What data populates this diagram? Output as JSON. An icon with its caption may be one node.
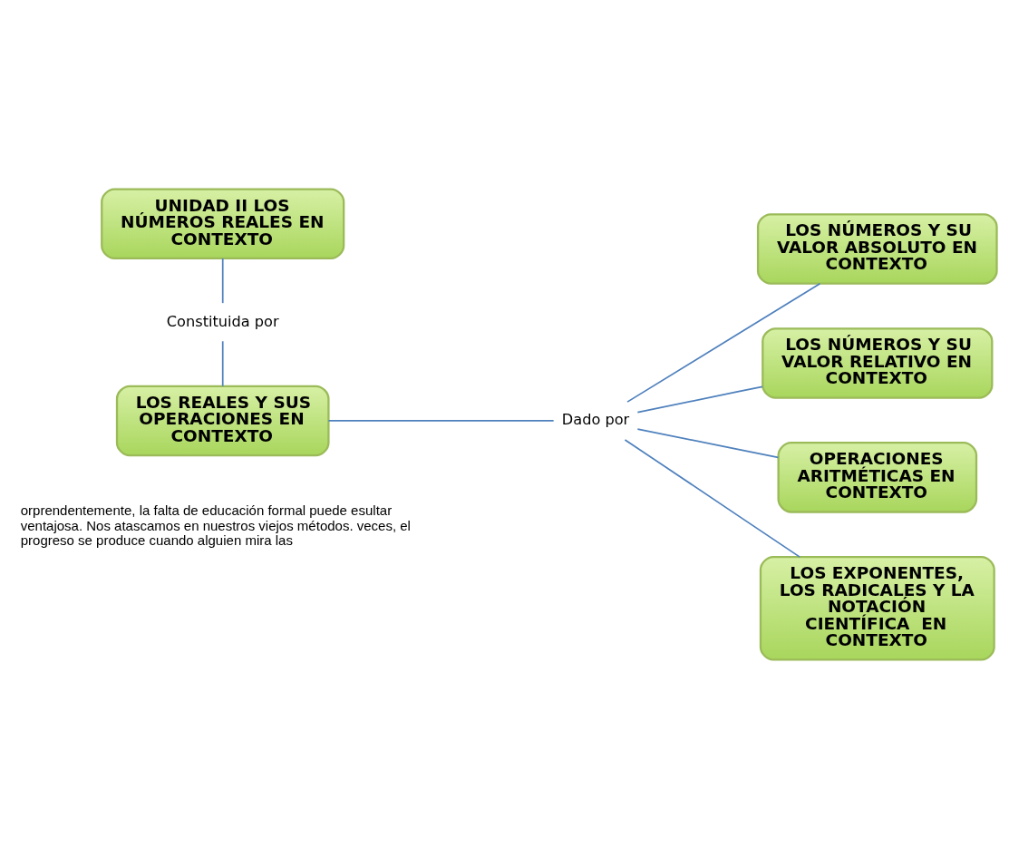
{
  "diagram": {
    "nodes": [
      {
        "text": [
          "UNIDAD II LOS NÚMEROS REALES EN CONTEXTO"
        ]
      },
      {
        "text": [
          "Constituida por"
        ]
      },
      {
        "text": [
          "LOS REALES Y SUS OPERACIONES EN CONTEXTO"
        ]
      },
      {
        "text": [
          "Dado por"
        ]
      },
      {
        "text": [
          "LOS NÚMEROS Y SU VALOR ABSOLUTO EN CONTEXTO"
        ]
      },
      {
        "text": [
          "LOS NÚMEROS Y SU VALOR RELATIVO EN CONTEXTO"
        ]
      },
      {
        "text": [
          "OPERACIONES ARITMÉTICAS EN CONTEXTO"
        ]
      },
      {
        "text": [
          "LOS EXPONENTES, LOS RADICALES Y LA NOTACIÓN CIENTÍFICA  EN CONTEXTO"
        ]
      }
    ],
    "edges": [
      {
        "from": 0,
        "to": 1,
        "arrow": "none"
      },
      {
        "from": 1,
        "to": 2,
        "arrow": "none"
      },
      {
        "from": 2,
        "to": 3,
        "arrow": "none"
      },
      {
        "from": 3,
        "to": 4,
        "arrow": "none"
      },
      {
        "from": 3,
        "to": 5,
        "arrow": "none"
      },
      {
        "from": 3,
        "to": 6,
        "arrow": "none"
      },
      {
        "from": 3,
        "to": 7,
        "arrow": "none"
      }
    ],
    "labels": [
      "orprendentemente, la falta de educación formal puede esultar ventajosa. Nos atascamos en nuestros viejos métodos. veces, el progreso se produce cuando alguien mira las"
    ]
  }
}
